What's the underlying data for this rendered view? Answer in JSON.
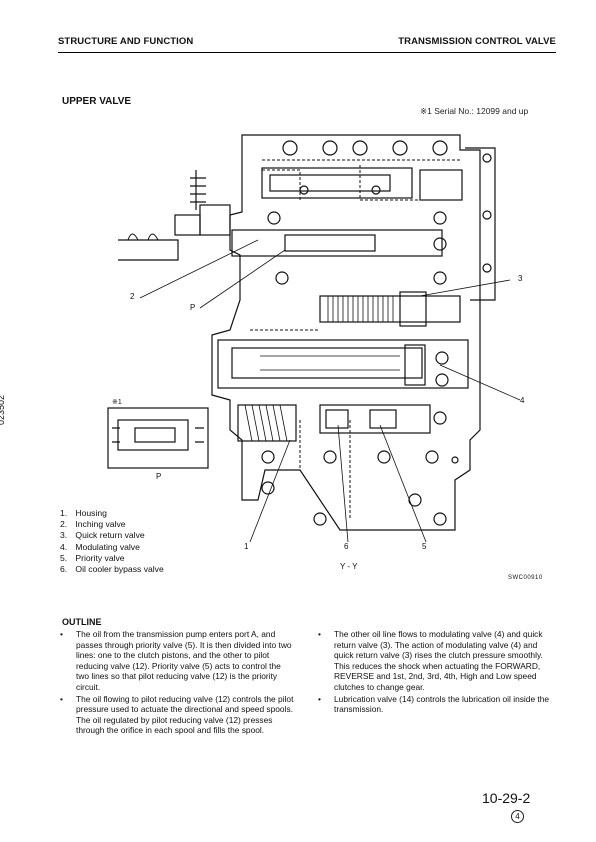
{
  "header": {
    "left": "STRUCTURE AND FUNCTION",
    "right": "TRANSMISSION CONTROL VALVE"
  },
  "section_title": "UPPER VALVE",
  "serial_note": "※1 Serial No.: 12099 and up",
  "side_code": "023502",
  "figure": {
    "callouts": [
      "1",
      "2",
      "3",
      "4",
      "5",
      "6"
    ],
    "port_label_main": "P",
    "inset_note": "※1",
    "inset_port": "P",
    "section_label": "Y - Y",
    "drawing_code": "SWC00910"
  },
  "parts": [
    {
      "num": "1.",
      "name": "Housing"
    },
    {
      "num": "2.",
      "name": "Inching valve"
    },
    {
      "num": "3.",
      "name": "Quick return valve"
    },
    {
      "num": "4.",
      "name": "Modulating valve"
    },
    {
      "num": "5.",
      "name": "Priority valve"
    },
    {
      "num": "6.",
      "name": "Oil cooler bypass valve"
    }
  ],
  "outline": {
    "heading": "OUTLINE",
    "left": [
      "The oil from the transmission pump enters port A, and passes through priority valve (5). It is then divided into two lines: one to the clutch pistons, and the other to pilot reducing valve (12). Priority valve (5) acts to control the two lines so that pilot reducing valve (12) is the priority circuit.",
      "The oil flowing to pilot reducing valve (12) controls the pilot pressure used to actuate the directional and speed spools. The oil regulated by pilot reducing valve (12) presses through the orifice in each spool and fills the spool."
    ],
    "right": [
      "The other oil line flows to modulating valve (4) and quick return valve (3). The action of modulating valve (4) and quick return valve (3) rises the clutch pressure smoothly. This reduces the shock when actuating the FORWARD, REVERSE and 1st, 2nd, 3rd, 4th, High and Low speed clutches to change gear.",
      "Lubrication valve (14) controls the lubrication oil inside the transmission."
    ]
  },
  "page_number": "10-29-2",
  "revision": "4"
}
